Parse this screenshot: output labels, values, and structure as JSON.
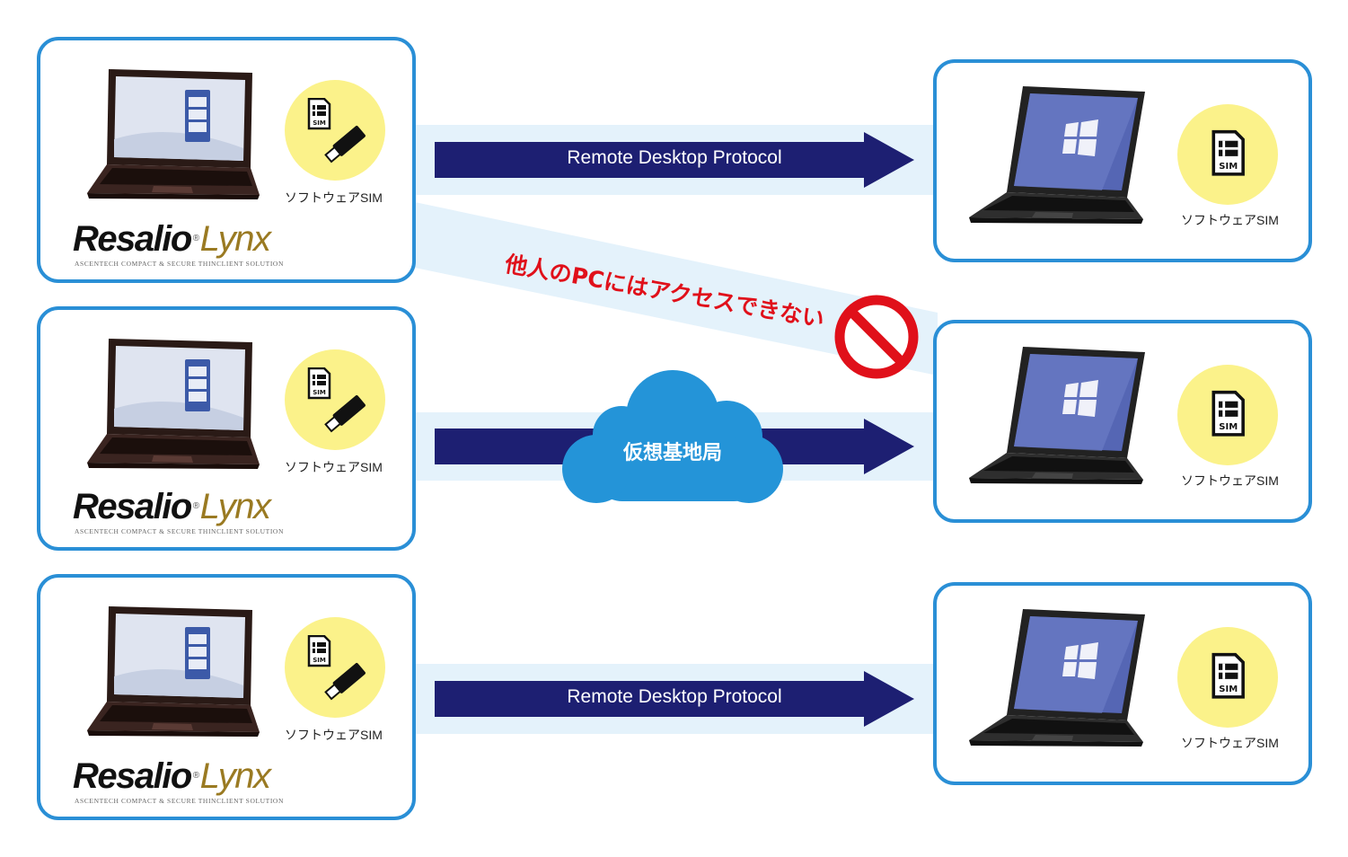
{
  "clients": [
    {
      "sim_label": "ソフトウェアSIM",
      "logo_brand": "Resalio",
      "logo_product": "Lynx",
      "logo_tagline": "Ascentech Compact & Secure ThinClient Solution"
    },
    {
      "sim_label": "ソフトウェアSIM",
      "logo_brand": "Resalio",
      "logo_product": "Lynx",
      "logo_tagline": "Ascentech Compact & Secure ThinClient Solution"
    },
    {
      "sim_label": "ソフトウェアSIM",
      "logo_brand": "Resalio",
      "logo_product": "Lynx",
      "logo_tagline": "Ascentech Compact & Secure ThinClient Solution"
    }
  ],
  "servers": [
    {
      "sim_label": "ソフトウェアSIM"
    },
    {
      "sim_label": "ソフトウェアSIM"
    },
    {
      "sim_label": "ソフトウェアSIM"
    }
  ],
  "connections": {
    "top_label": "Remote Desktop Protocol",
    "middle_label": "仮想基地局",
    "bottom_label": "Remote Desktop Protocol",
    "denied_label": "他人のPCにはアクセスできない"
  },
  "icons": {
    "sim_chip": "sim-card-icon",
    "usb_key": "usb-stick-icon",
    "windows_logo": "windows-icon",
    "prohibited": "no-entry-icon"
  },
  "colors": {
    "card_border": "#2a8fd6",
    "arrow": "#1d1f72",
    "band": "#e4f2fb",
    "cloud": "#2494d8",
    "sim_circle": "#fbf28a",
    "deny": "#e0101a",
    "logo_gold": "#9a7a22"
  }
}
